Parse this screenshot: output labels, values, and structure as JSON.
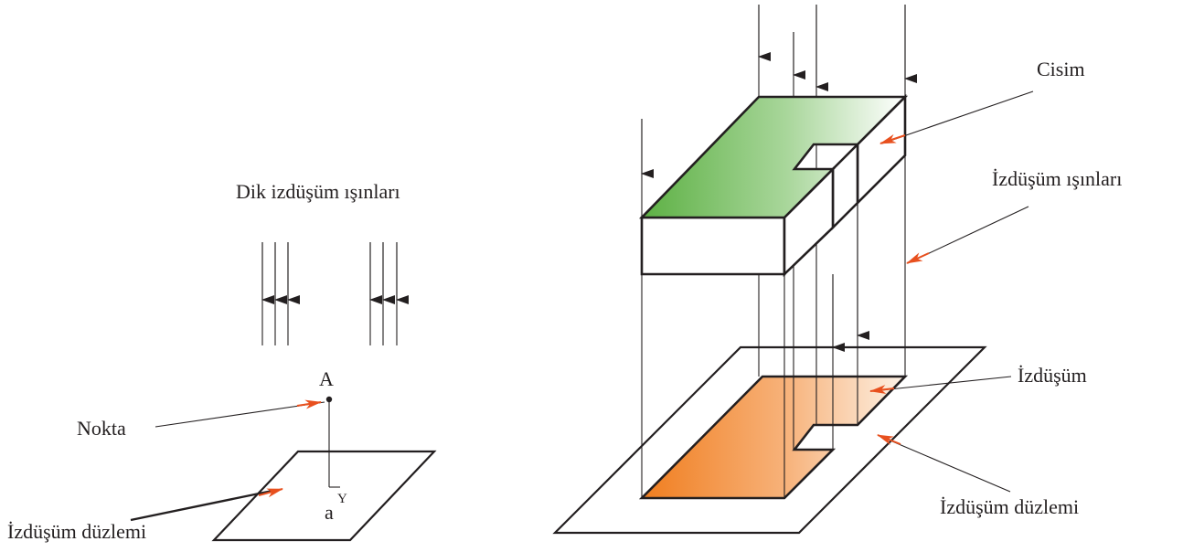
{
  "left_diagram": {
    "rays_label": "Dik izdüşüm ışınları",
    "point_letter": "A",
    "point_label": "Nokta",
    "projection_letter": "a",
    "projection_superscript": "Y",
    "plane_label": "İzdüşüm düzlemi"
  },
  "right_diagram": {
    "object_label": "Cisim",
    "rays_label": "İzdüşüm ışınları",
    "projection_label": "İzdüşüm",
    "plane_label": "İzdüşüm düzlemi"
  },
  "colors": {
    "line": "#231f20",
    "pointer_arrow": "#e8501e",
    "top_face_green": "#5cb043",
    "projection_orange": "#f07d1e"
  }
}
